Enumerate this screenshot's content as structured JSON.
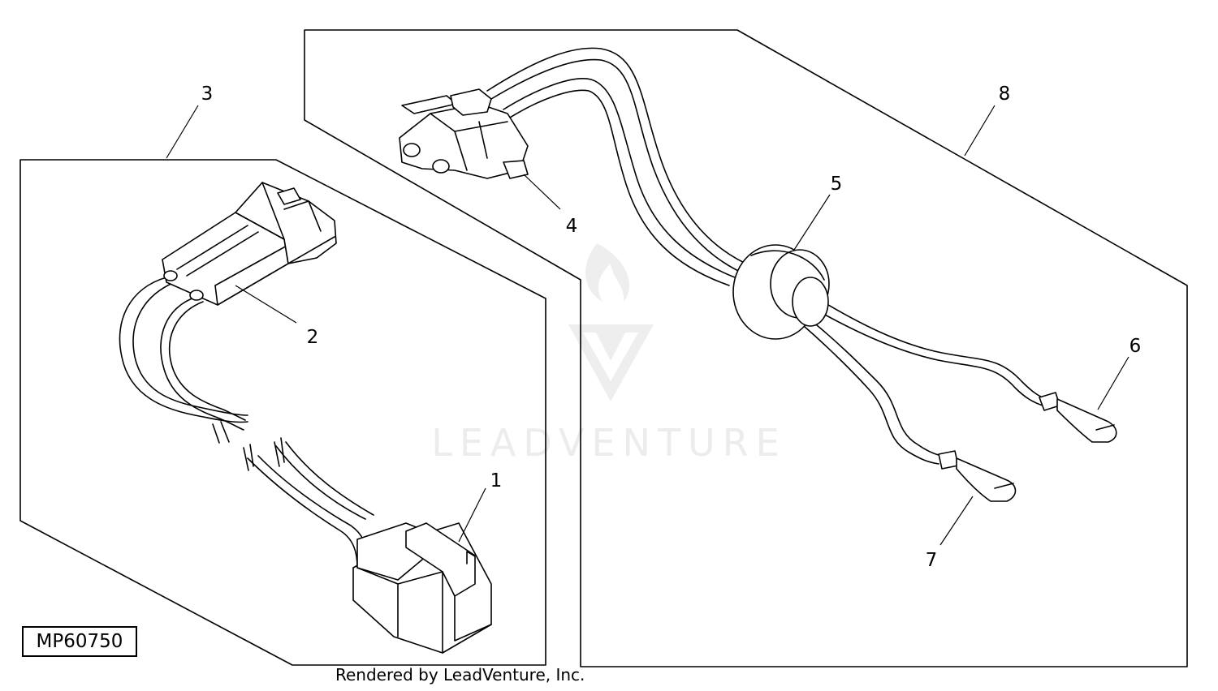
{
  "figure_id": "MP60750",
  "credit": "Rendered by LeadVenture, Inc.",
  "watermark": "LEADVENTURE",
  "callouts": {
    "c1": "1",
    "c2": "2",
    "c3": "3",
    "c4": "4",
    "c5": "5",
    "c6": "6",
    "c7": "7",
    "c8": "8"
  }
}
